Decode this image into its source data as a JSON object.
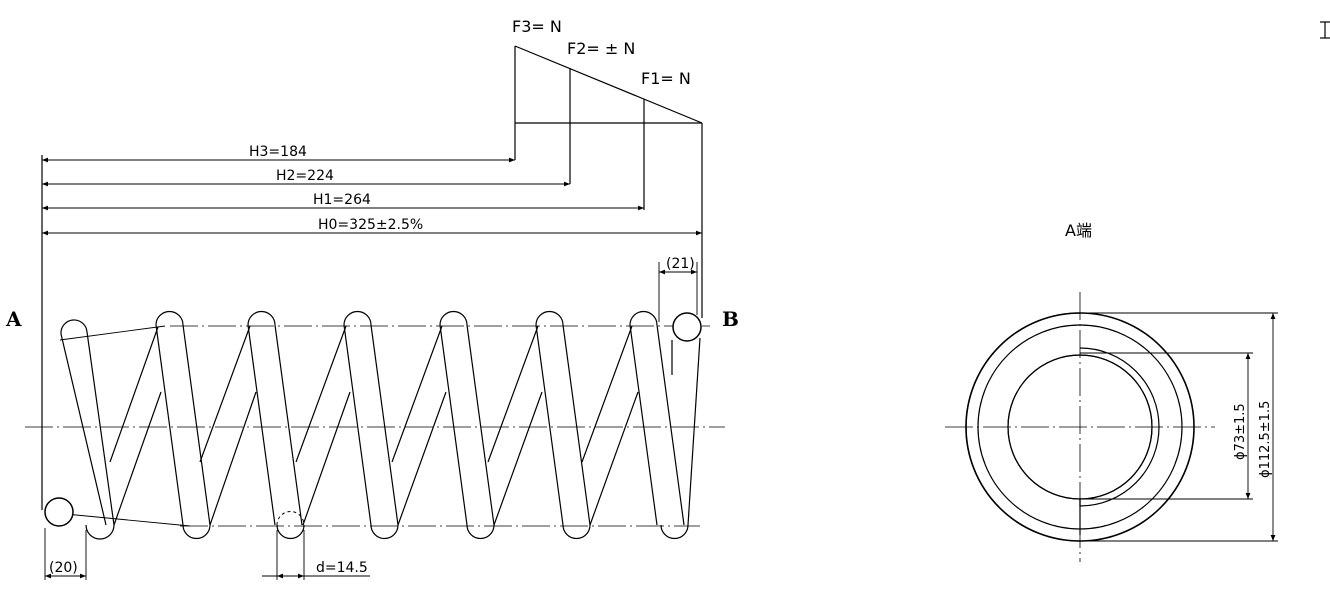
{
  "force_labels": {
    "f3": "F3=  N",
    "f2": "F2=  ±  N",
    "f1": "F1=  N"
  },
  "heights": {
    "h3": "H3=184",
    "h2": "H2=224",
    "h1": "H1=264",
    "h0": "H0=325±2.5%"
  },
  "end_labels": {
    "a": "A",
    "b": "B"
  },
  "dimensions": {
    "end_b_gap": "(21)",
    "end_a_gap": "(20)",
    "wire_diameter": "d=14.5"
  },
  "end_view": {
    "title": "A端",
    "inner_diameter": "ϕ73±1.5",
    "outer_diameter": "ϕ112.5±1.5"
  }
}
